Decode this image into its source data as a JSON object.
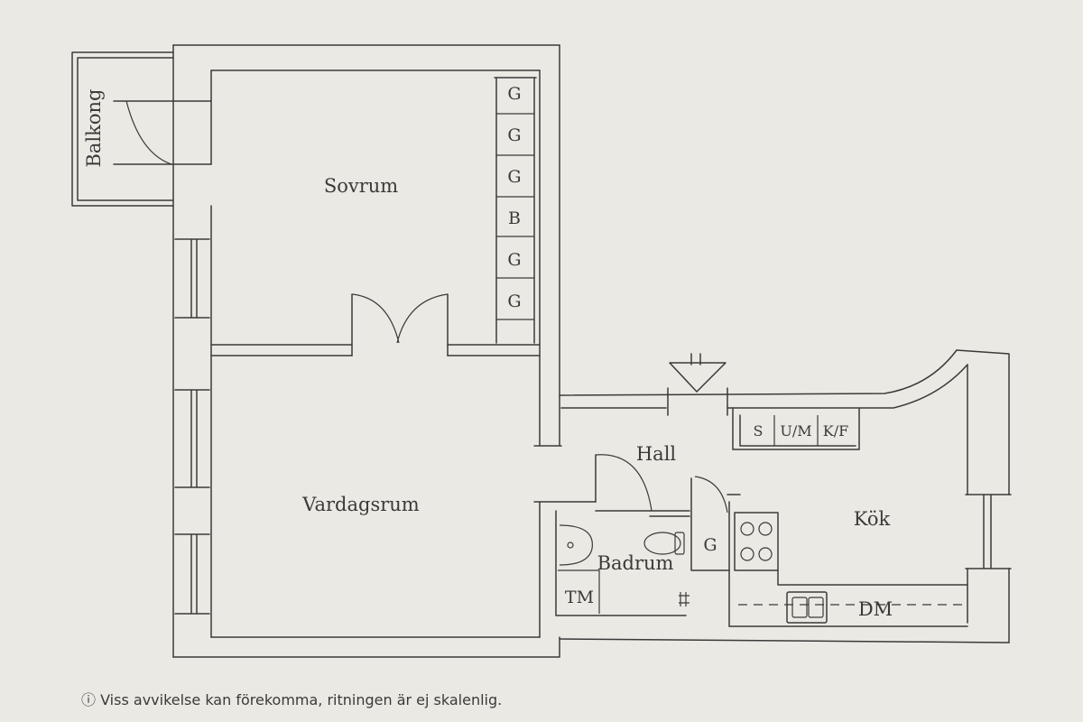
{
  "rooms": {
    "balcony": "Balkong",
    "bedroom": "Sovrum",
    "living": "Vardagsrum",
    "hall": "Hall",
    "kitchen": "Kök",
    "bathroom": "Badrum"
  },
  "wardrobes": [
    "G",
    "G",
    "G",
    "B",
    "G",
    "G"
  ],
  "kitchen_units": [
    "S",
    "U/M",
    "K/F"
  ],
  "hall_closet": "G",
  "washer": "TM",
  "dishwasher": "DM",
  "disclaimer": {
    "icon": "info-icon",
    "text": "ⓘ Viss avvikelse kan förekomma, ritningen är ej skalenlig."
  },
  "colors": {
    "background": "#ebe9e3",
    "ink": "#3a3a3a"
  }
}
